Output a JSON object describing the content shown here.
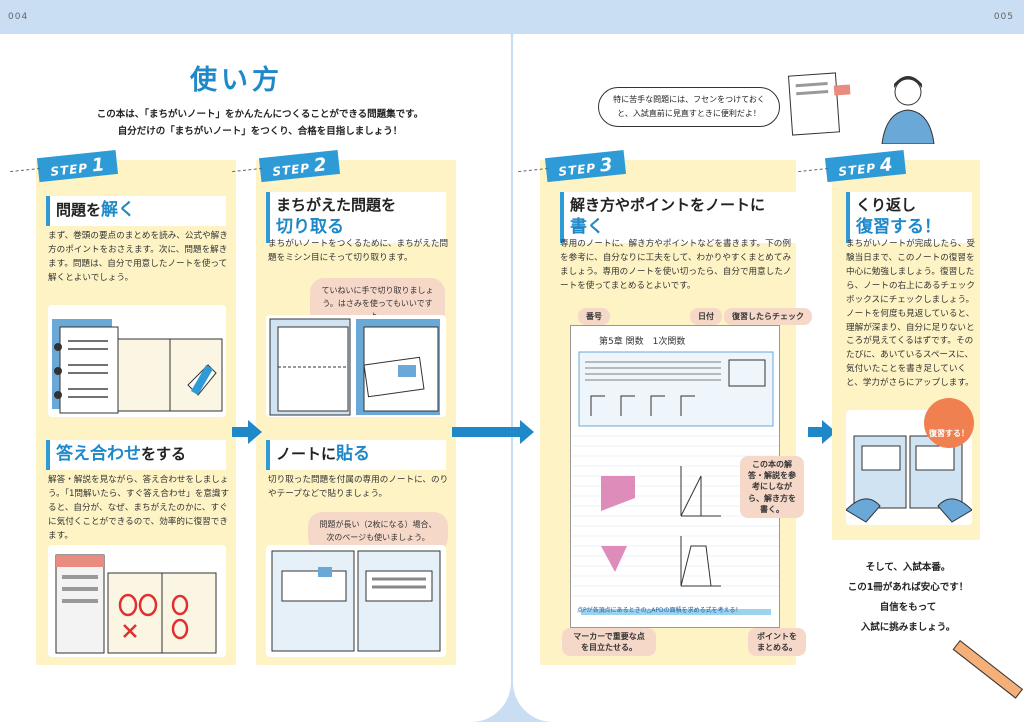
{
  "left_page": {
    "page_number": "004",
    "title": "使い方",
    "intro_line1": "この本は、「まちがいノート」をかんたんにつくることができる問題集です。",
    "intro_line2": "自分だけの「まちがいノート」をつくり、合格を目指しましょう！",
    "step1": {
      "tag": "STEP",
      "num": "1",
      "heading_pre": "問題を",
      "heading_hl": "解く",
      "body": "まず、巻頭の要点のまとめを読み、公式や解き方のポイントをおさえます。次に、問題を解きます。問題は、自分で用意したノートを使って解くとよいでしょう。"
    },
    "step1b": {
      "heading_hl": "答え合わせ",
      "heading_post": "をする",
      "body": "解答・解説を見ながら、答え合わせをしましょう。「1問解いたら、すぐ答え合わせ」を意識すると、自分が、なぜ、まちがえたのかに、すぐに気付くことができるので、効率的に復習できます。"
    },
    "step2": {
      "tag": "STEP",
      "num": "2",
      "heading_pre": "まちがえた問題を",
      "heading_hl": "切り取る",
      "body": "まちがいノートをつくるために、まちがえた問題をミシン目にそって切り取ります。",
      "bubble": "ていねいに手で切り取りましょう。はさみを使ってもいいですよ。"
    },
    "step2b": {
      "heading_pre": "ノートに",
      "heading_hl": "貼る",
      "body": "切り取った問題を付属の専用のノートに、のりやテープなどで貼りましょう。",
      "bubble": "問題が長い（2枚になる）場合、次のページも使いましょう。"
    }
  },
  "right_page": {
    "page_number": "005",
    "tip_bubble": "特に苦手な問題には、フセンをつけておくと、入試直前に見直すときに便利だよ！",
    "step3": {
      "tag": "STEP",
      "num": "3",
      "heading_pre": "解き方やポイントをノートに",
      "heading_hl": "書く",
      "body": "専用のノートに、解き方やポイントなどを書きます。下の例を参考に、自分なりに工夫をして、わかりやすくまとめてみましょう。専用のノートを使い切ったら、自分で用意したノートを使ってまとめるとよいです。",
      "labels": {
        "number": "番号",
        "date": "日付",
        "check": "復習したらチェック",
        "explain": "この本の解答・解説を参考にしながら、解き方を書く。",
        "marker": "マーカーで重要な点を目立たせる。",
        "point": "ポイントをまとめる。"
      },
      "note_header": "第5章 関数　1次関数",
      "note_point": "点Pが各頂点にあるときの△APDの面積を求める式を考える！"
    },
    "step4": {
      "tag": "STEP",
      "num": "4",
      "heading_pre": "くり返し",
      "heading_hl": "復習する！",
      "body": "まちがいノートが完成したら、受験当日まで、このノートの復習を中心に勉強しましょう。復習したら、ノートの右上にあるチェックボックスにチェックしましょう。ノートを何度も見返していると、理解が深まり、自分に足りないところが見えてくるはずです。そのたびに、あいているスペースに、気付いたことを書き足していくと、学力がさらにアップします。",
      "badge": "復習する！"
    },
    "closing": [
      "そして、入試本番。",
      "この1冊があれば安心です！",
      "自信をもって",
      "入試に挑みましょう。"
    ]
  },
  "colors": {
    "accent": "#1f88c9",
    "step_tag": "#2f9bd6",
    "panel": "#fdf3c4",
    "bubble": "#f6d8c9",
    "background": "#c9def2"
  }
}
